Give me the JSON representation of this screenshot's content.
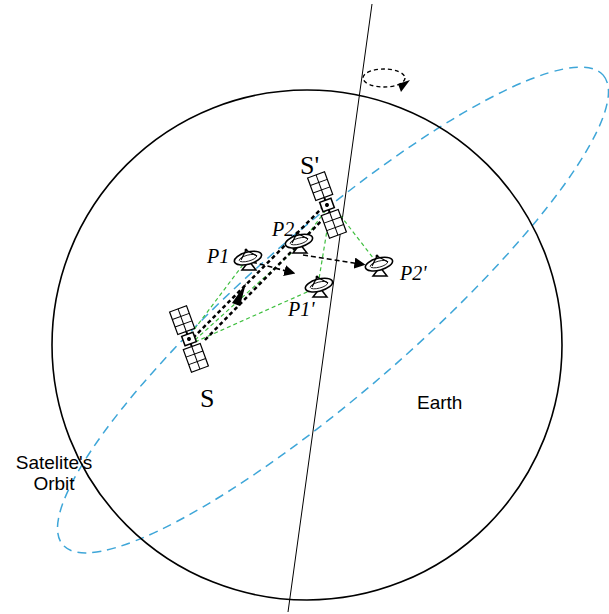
{
  "diagram": {
    "labels": [
      "S'",
      "P1",
      "P2",
      "P1'",
      "P2'",
      "S",
      "Earth",
      "Satelite's Orbit"
    ]
  }
}
